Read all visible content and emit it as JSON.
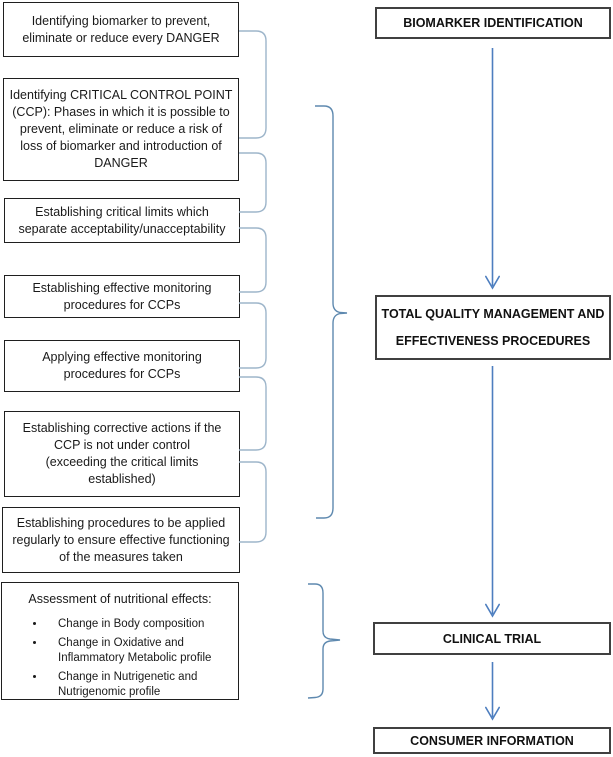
{
  "colors": {
    "arrow_blue": "#4d7ebf",
    "bracket_blue": "#9db5ca",
    "brace_blue": "#5e89af",
    "left_box_border": "#1f1f1f",
    "right_box_border": "#404040",
    "text": "#1a1a1a"
  },
  "left_column": {
    "boxes": [
      {
        "text": "Identifying biomarker to prevent,\neliminate or reduce every DANGER"
      },
      {
        "text": "Identifying CRITICAL CONTROL POINT\n(CCP): Phases in which it is possible to\nprevent, eliminate or reduce a risk of\nloss of biomarker and introduction of\nDANGER"
      },
      {
        "text": "Establishing critical limits which\nseparate acceptability/unacceptability"
      },
      {
        "text": "Establishing effective monitoring\nprocedures for CCPs"
      },
      {
        "text": "Applying effective monitoring\nprocedures for CCPs"
      },
      {
        "text": "Establishing corrective actions if the\nCCP is not under control\n(exceeding the critical limits\nestablished)"
      },
      {
        "text": "Establishing procedures to be applied\nregularly to ensure effective functioning\nof the measures taken"
      }
    ],
    "assessment": {
      "title": "Assessment of nutritional effects:",
      "bullets": [
        "Change in Body composition",
        "Change in Oxidative and\nInflammatory Metabolic profile",
        "Change in Nutrigenetic and\nNutrigenomic profile"
      ]
    }
  },
  "right_column": {
    "boxes": [
      {
        "label": "BIOMARKER IDENTIFICATION"
      },
      {
        "label": "TOTAL QUALITY MANAGEMENT AND\nEFFECTIVENESS PROCEDURES"
      },
      {
        "label": "CLINICAL TRIAL"
      },
      {
        "label": "CONSUMER INFORMATION"
      }
    ]
  }
}
